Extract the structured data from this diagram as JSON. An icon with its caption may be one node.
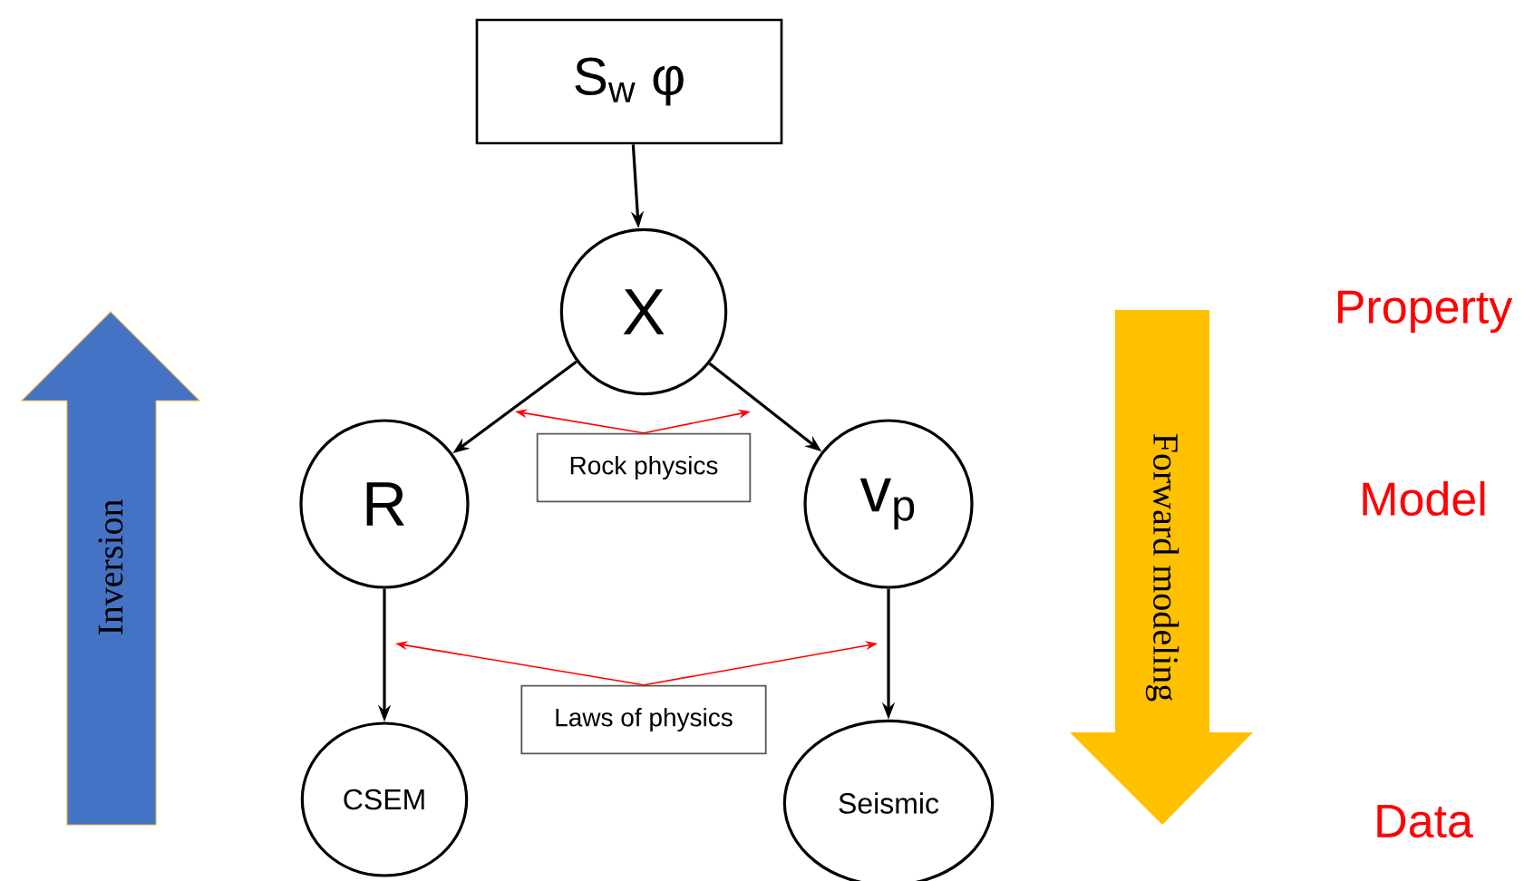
{
  "diagram": {
    "nodes": [
      {
        "text": [
          "S$_{w}$ φ"
        ]
      },
      {
        "text": [
          "X"
        ]
      },
      {
        "text": [
          "R"
        ]
      },
      {
        "text": [
          "v$_{p}$"
        ]
      },
      {
        "text": [
          "CSEM"
        ]
      },
      {
        "text": [
          "Seismic"
        ]
      },
      {
        "text": [
          "Rock physics"
        ]
      },
      {
        "text": [
          "Laws of physics"
        ]
      },
      {
        "text": [
          "Inversion"
        ]
      },
      {
        "text": [
          "Forward modeling"
        ]
      }
    ],
    "edges": [
      {
        "from": 0,
        "to": 1,
        "arrow": "to"
      },
      {
        "from": 1,
        "to": 2,
        "arrow": "to"
      },
      {
        "from": 1,
        "to": 3,
        "arrow": "to"
      },
      {
        "from": 2,
        "to": 4,
        "arrow": "to"
      },
      {
        "from": 3,
        "to": 5,
        "arrow": "to"
      },
      {
        "from": 6,
        "to": null,
        "arrow": "to",
        "color": "#ff0000"
      },
      {
        "from": 6,
        "to": null,
        "arrow": "to",
        "color": "#ff0000"
      },
      {
        "from": 7,
        "to": null,
        "arrow": "to",
        "color": "#ff0000"
      },
      {
        "from": 7,
        "to": null,
        "arrow": "to",
        "color": "#ff0000"
      }
    ],
    "labels": [
      "Property",
      "Model",
      "Data"
    ]
  }
}
